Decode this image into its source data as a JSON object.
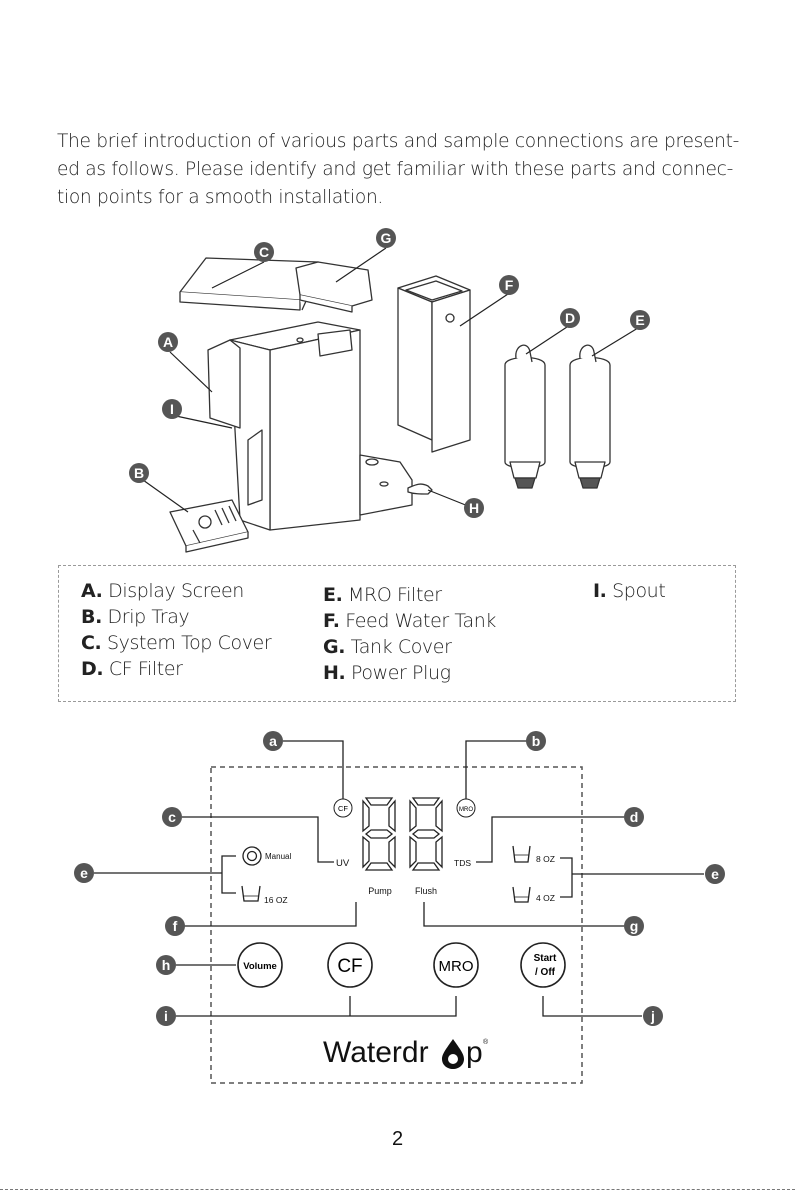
{
  "intro_text": "The brief introduction of various parts and sample connections are present-ed as follows. Please identify and get familiar with these parts and connec-tion points for a smooth installation.",
  "part_markers": {
    "A": "A",
    "B": "B",
    "C": "C",
    "D": "D",
    "E": "E",
    "F": "F",
    "G": "G",
    "H": "H",
    "I": "I"
  },
  "legend": [
    {
      "letter": "A.",
      "name": "Display Screen"
    },
    {
      "letter": "B.",
      "name": "Drip Tray"
    },
    {
      "letter": "C.",
      "name": "System Top Cover"
    },
    {
      "letter": "D.",
      "name": "CF Filter"
    },
    {
      "letter": "E.",
      "name": "MRO Filter"
    },
    {
      "letter": "F.",
      "name": "Feed Water Tank"
    },
    {
      "letter": "G.",
      "name": "Tank Cover"
    },
    {
      "letter": "H.",
      "name": "Power Plug"
    },
    {
      "letter": "I.",
      "name": "Spout"
    }
  ],
  "panel_markers": {
    "a": "a",
    "b": "b",
    "c": "c",
    "d": "d",
    "e_left": "e",
    "e_right": "e",
    "f": "f",
    "g": "g",
    "h": "h",
    "i": "i",
    "j": "j"
  },
  "panel": {
    "cf_badge": "CF",
    "mro_badge": "MRO",
    "uv_label": "UV",
    "tds_label": "TDS",
    "manual_label": "Manual",
    "oz16_label": "16 OZ",
    "oz8_label": "8 OZ",
    "oz4_label": "4 OZ",
    "pump_label": "Pump",
    "flush_label": "Flush",
    "btn_volume": "Volume",
    "btn_cf": "CF",
    "btn_mro": "MRO",
    "btn_start_line1": "Start",
    "btn_start_line2": "/ Off",
    "brand_pre": "Waterdr",
    "brand_post": "p",
    "registered": "®"
  },
  "page_number": "2"
}
